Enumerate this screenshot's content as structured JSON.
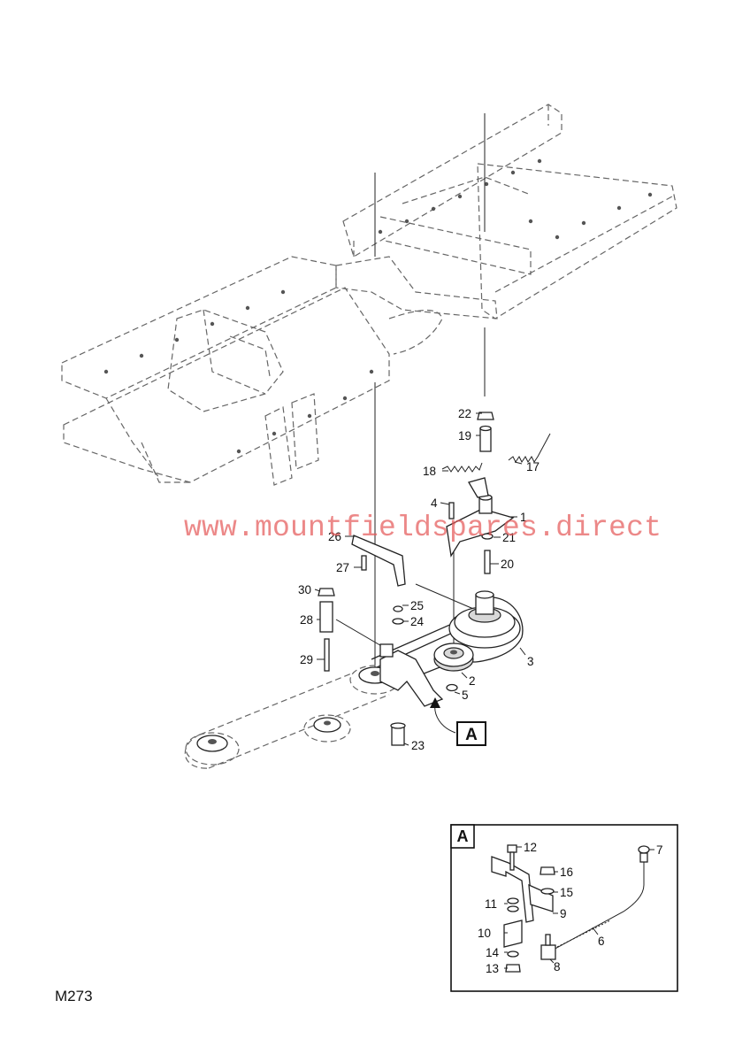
{
  "diagram_code": "M273",
  "watermark": "www.mountfieldspares.direct",
  "detail_label": "A",
  "callouts": {
    "c1": "1",
    "c2": "2",
    "c3": "3",
    "c4": "4",
    "c5": "5",
    "c6": "6",
    "c7": "7",
    "c8": "8",
    "c9": "9",
    "c10": "10",
    "c11": "11",
    "c12": "12",
    "c13": "13",
    "c14": "14",
    "c15": "15",
    "c16": "16",
    "c17": "17",
    "c18": "18",
    "c19": "19",
    "c20": "20",
    "c21": "21",
    "c22": "22",
    "c23": "23",
    "c24": "24",
    "c25": "25",
    "c26": "26",
    "c27": "27",
    "c28": "28",
    "c29": "29",
    "c30": "30"
  }
}
